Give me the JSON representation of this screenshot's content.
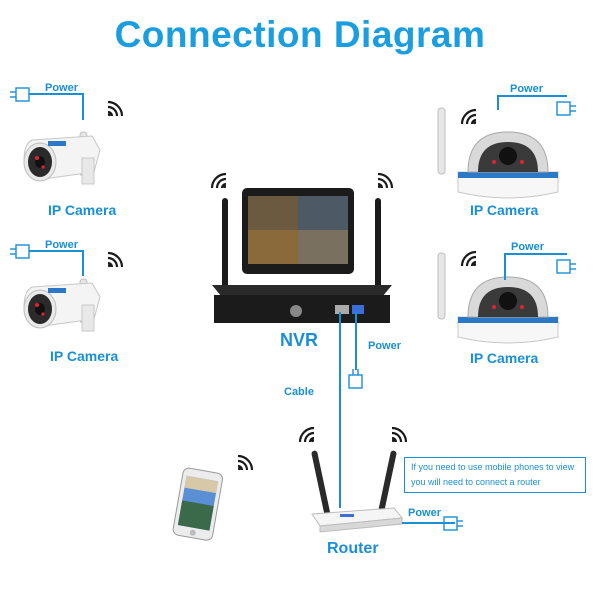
{
  "title": "Connection Diagram",
  "colors": {
    "accent": "#1a8fd6",
    "title": "#1a9ee0",
    "device": "#1b1b1b",
    "camera_body": "#f2f2f2"
  },
  "devices": {
    "nvr": {
      "label": "NVR"
    },
    "router": {
      "label": "Router"
    },
    "camera_tl": {
      "label": "IP Camera"
    },
    "camera_bl": {
      "label": "IP Camera"
    },
    "camera_tr": {
      "label": "IP Camera"
    },
    "camera_br": {
      "label": "IP Camera"
    }
  },
  "power_labels": {
    "camera_tl": "Power",
    "camera_bl": "Power",
    "camera_tr": "Power",
    "camera_br": "Power",
    "nvr": "Power",
    "router": "Power"
  },
  "cable_label": "Cable",
  "note": {
    "line1": "If you need to use mobile phones to view",
    "line2": "you will need to connect a router"
  },
  "icons": [
    "wifi-icon",
    "power-plug-icon",
    "smartphone-icon",
    "bullet-camera-icon",
    "dome-camera-icon",
    "nvr-monitor-icon",
    "router-icon"
  ]
}
